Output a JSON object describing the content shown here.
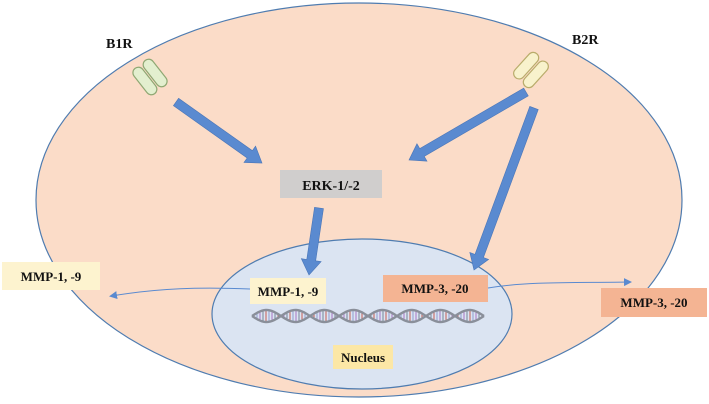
{
  "receptors": {
    "b1r": {
      "label": "B1R",
      "color": "#e3efcf",
      "stroke": "#8fa873"
    },
    "b2r": {
      "label": "B2R",
      "color": "#f8f2cc",
      "stroke": "#b9ac6b"
    }
  },
  "cell": {
    "fill": "#fbdcc8",
    "stroke": "#4f7cb0"
  },
  "nucleus": {
    "label": "Nucleus",
    "fill": "#dbe4f2",
    "stroke": "#4f7cb0",
    "label_bg": "#fce7a6"
  },
  "kinase": {
    "label": "ERK-1/-2",
    "bg": "#d0cecd"
  },
  "mmp_inside": [
    {
      "label": "MMP-1, -9",
      "bg": "#fdf3cf"
    },
    {
      "label": "MMP-3, -20",
      "bg": "#f4b493"
    }
  ],
  "mmp_outside": [
    {
      "label": "MMP-1, -9",
      "bg": "#fdf3cf"
    },
    {
      "label": "MMP-3, -20",
      "bg": "#f4b493"
    }
  ],
  "arrow_color": "#5a8ad0",
  "thin_arrow_color": "#5a8ad0"
}
